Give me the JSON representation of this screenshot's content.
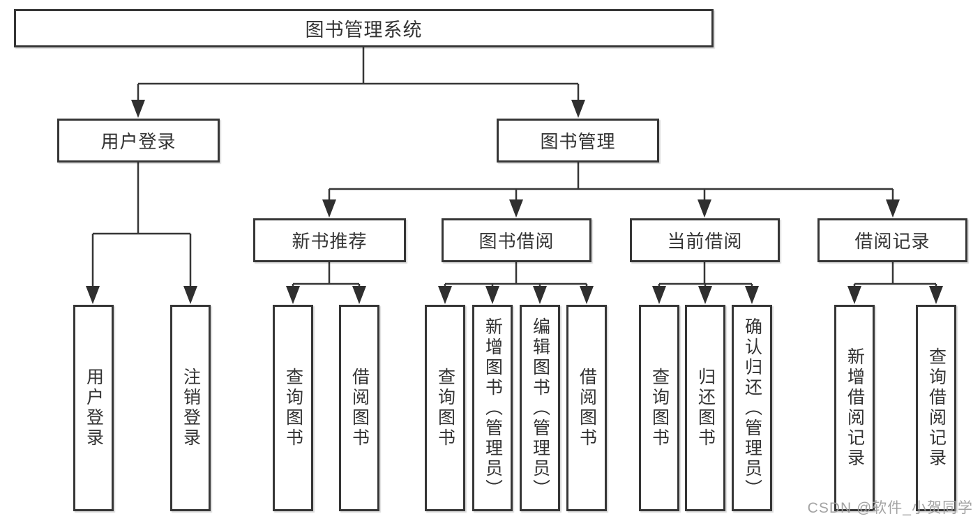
{
  "tree": {
    "root": {
      "label": "图书管理系统"
    },
    "branches": [
      {
        "label": "用户登录",
        "children": [
          {
            "label": "用户登录"
          },
          {
            "label": "注销登录"
          }
        ]
      },
      {
        "label": "图书管理",
        "sections": [
          {
            "label": "新书推荐",
            "children": [
              {
                "label": "查询图书"
              },
              {
                "label": "借阅图书"
              }
            ]
          },
          {
            "label": "图书借阅",
            "children": [
              {
                "label": "查询图书"
              },
              {
                "label": "新增图书（管理员）"
              },
              {
                "label": "编辑图书（管理员）"
              },
              {
                "label": "借阅图书"
              }
            ]
          },
          {
            "label": "当前借阅",
            "children": [
              {
                "label": "查询图书"
              },
              {
                "label": "归还图书"
              },
              {
                "label": "确认归还（管理员）"
              }
            ]
          },
          {
            "label": "借阅记录",
            "children": [
              {
                "label": "新增借阅记录"
              },
              {
                "label": "查询借阅记录"
              }
            ]
          }
        ]
      }
    ]
  },
  "watermark": {
    "text": "CSDN @软件_小贺同学"
  },
  "colors": {
    "line": "#363636",
    "text": "#333333",
    "background": "#ffffff",
    "watermark": "#9e9e9e"
  }
}
